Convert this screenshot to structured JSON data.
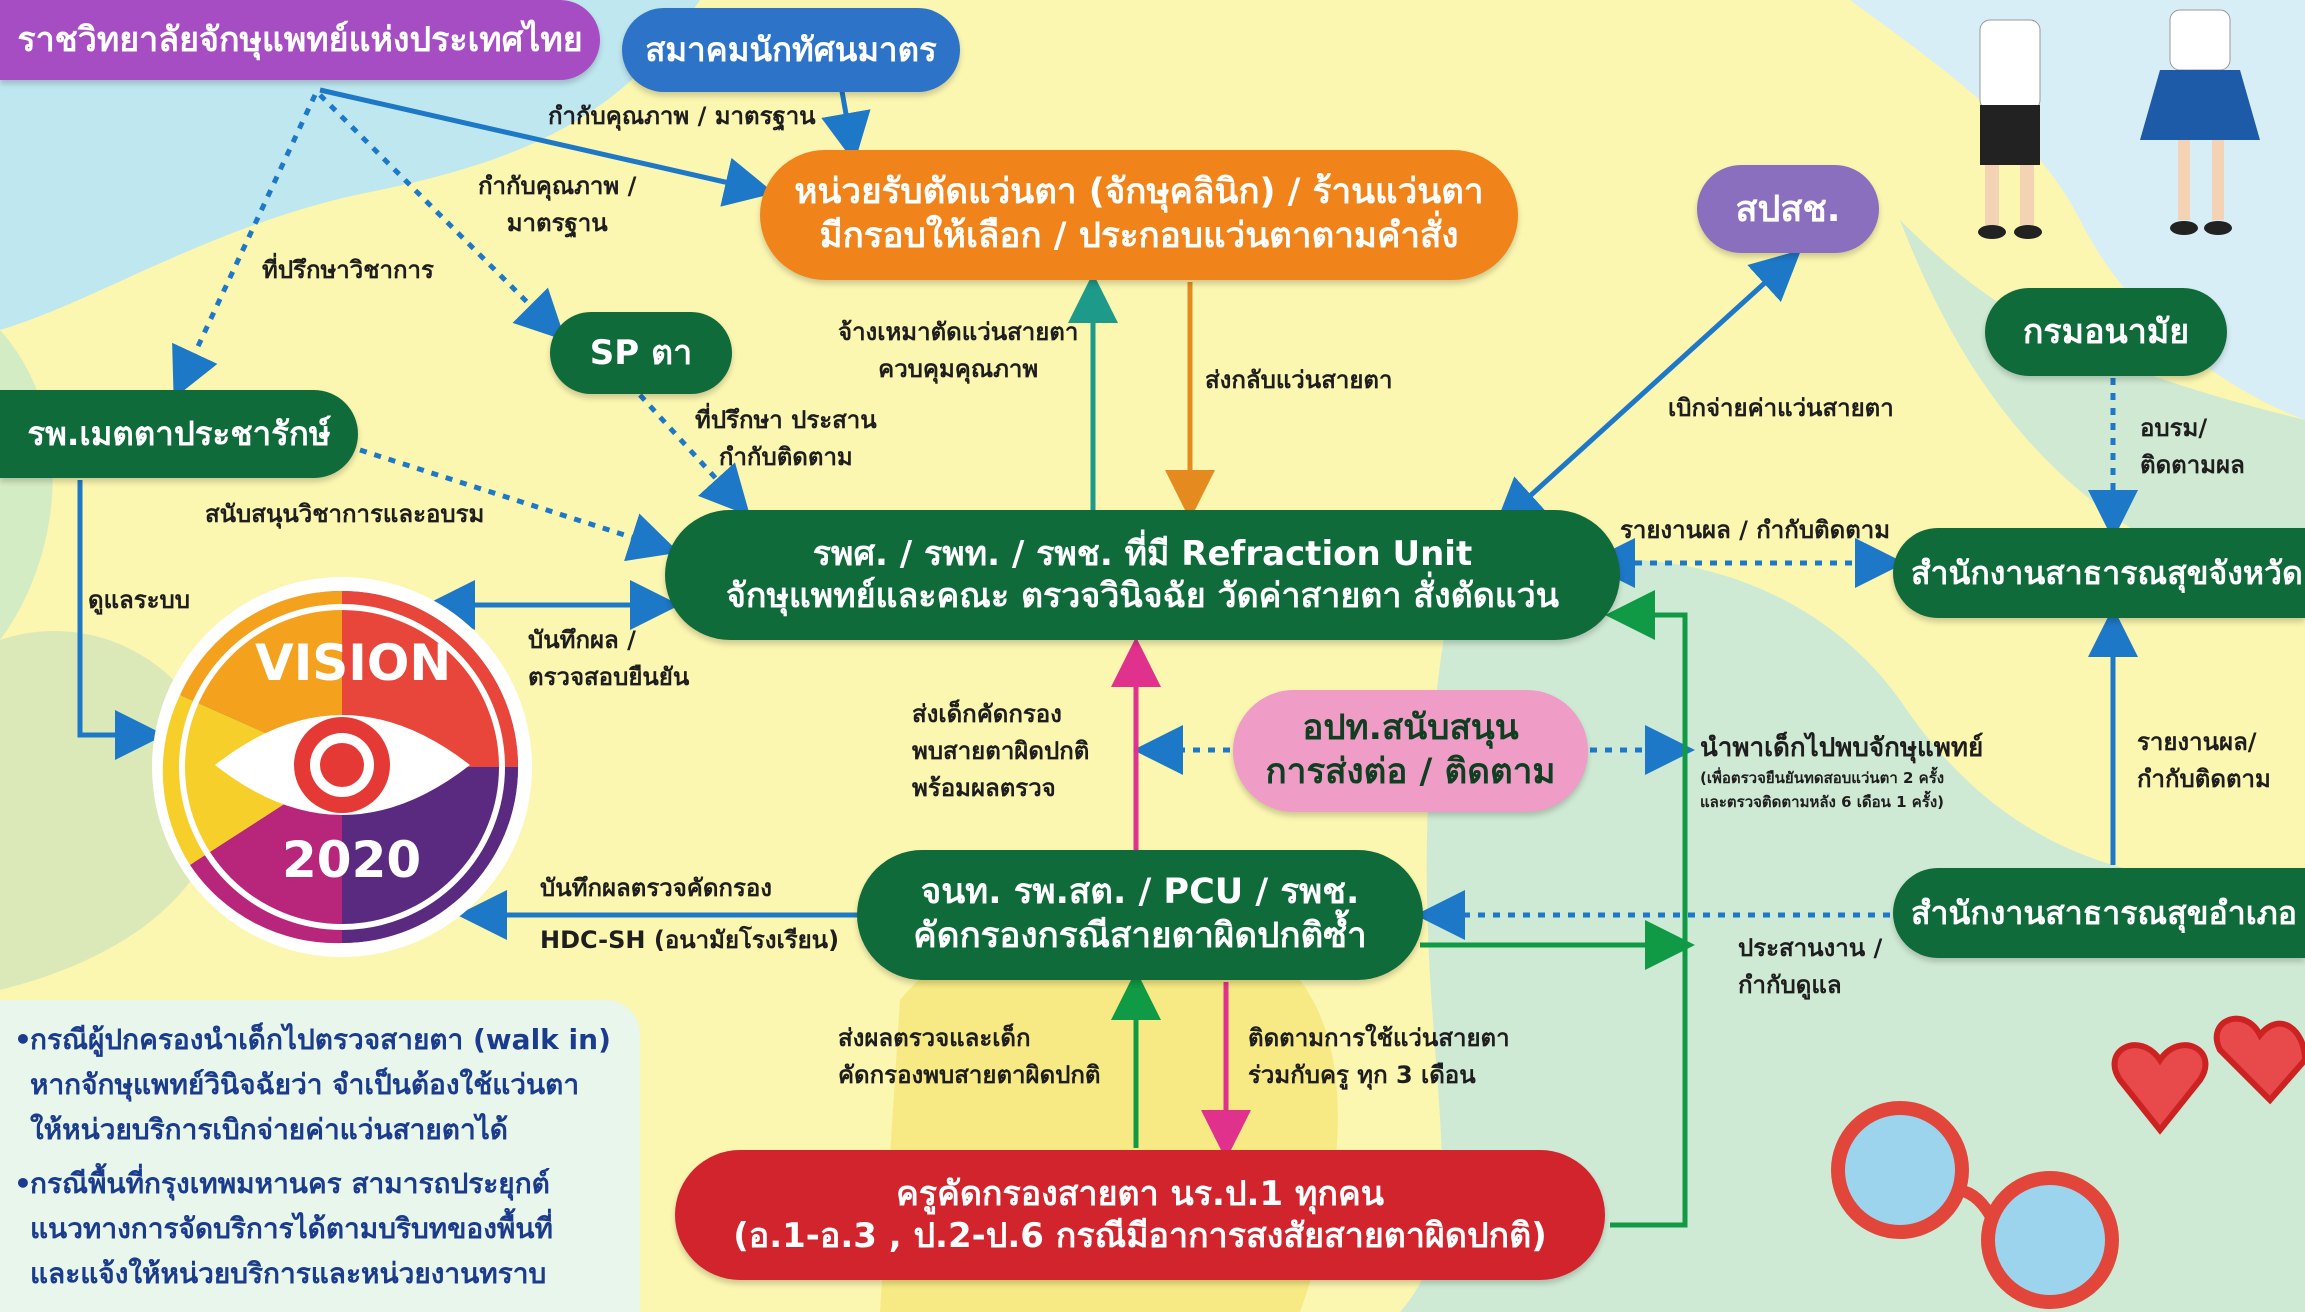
{
  "colors": {
    "dark_green": "#0f6b3a",
    "orange": "#f0841b",
    "purple": "#a64dc4",
    "blue": "#2d73c8",
    "lavender": "#8a6fbe",
    "pink": "#ef9cc6",
    "red": "#d2242d",
    "arrow_blue": "#1e78c8",
    "arrow_green": "#119a45",
    "arrow_orange": "#e58a1f",
    "arrow_pink": "#e0328c"
  },
  "nodes": {
    "rcopt": "ราชวิทยาลัยจักษุแพทย์แห่งประเทศไทย",
    "optometrist_assoc": "สมาคมนักทัศนมาตร",
    "optical_shop": [
      "หน่วยรับตัดแว่นตา (จักษุคลินิก) / ร้านแว่นตา",
      "มีกรอบให้เลือก / ประกอบแว่นตาตามคำสั่ง"
    ],
    "nhso": "สปสช.",
    "sp_eye": "SP ตา",
    "metta": "รพ.เมตตาประชารักษ์",
    "anamai": "กรมอนามัย",
    "refraction_unit": [
      "รพศ. / รพท. / รพช. ที่มี Refraction Unit",
      "จักษุแพทย์และคณะ ตรวจวินิจฉัย วัดค่าสายตา สั่งตัดแว่น"
    ],
    "provincial_office": "สำนักงานสาธารณสุขจังหวัด",
    "district_office": "สำนักงานสาธารณสุขอำเภอ",
    "pnt_support": [
      "อปท.สนับสนุน",
      "การส่งต่อ / ติดตาม"
    ],
    "pcu": [
      "จนท. รพ.สต. / PCU / รพช.",
      "คัดกรองกรณีสายตาผิดปกติซ้ำ"
    ],
    "teacher": [
      "ครูคัดกรองสายตา นร.ป.1 ทุกคน",
      "(อ.1-อ.3 , ป.2-ป.6 กรณีมีอาการสงสัยสายตาผิดปกติ)"
    ]
  },
  "vision_logo": {
    "line1": "VISION",
    "line2": "2020"
  },
  "labels": {
    "qa_standard_1": "กำกับคุณภาพ / มาตรฐาน",
    "qa_standard_2": [
      "กำกับคุณภาพ /",
      "มาตรฐาน"
    ],
    "academic_advisor": "ที่ปรึกษาวิชาการ",
    "hire_glasses": [
      "จ้างเหมาตัดแว่นสายตา",
      "ควบคุมคุณภาพ"
    ],
    "return_glasses": "ส่งกลับแว่นสายตา",
    "reimburse": "เบิกจ่ายค่าแว่นสายตา",
    "advise_coordinate": [
      "ที่ปรึกษา ประสาน",
      "กำกับติดตาม"
    ],
    "support_training": "สนับสนุนวิชาการและอบรม",
    "supervise_system": "ดูแลระบบ",
    "record_confirm": [
      "บันทึกผล /",
      "ตรวจสอบยืนยัน"
    ],
    "report_supervise_1": "รายงานผล / กำกับติดตาม",
    "train_follow": [
      "อบรม/",
      "ติดตามผล"
    ],
    "send_children": [
      "ส่งเด็กคัดกรอง",
      "พบสายตาผิดปกติ",
      "พร้อมผลตรวจ"
    ],
    "take_children": "นำพาเด็กไปพบจักษุแพทย์",
    "take_children_note": [
      "(เพื่อตรวจยืนยันทดสอบแว่นตา 2 ครั้ง",
      "และตรวจติดตามหลัง 6 เดือน 1 ครั้ง)"
    ],
    "report_supervise_2": [
      "รายงานผล/",
      "กำกับติดตาม"
    ],
    "record_screening": "บันทึกผลตรวจคัดกรอง",
    "hdc": "HDC-SH (อนามัยโรงเรียน)",
    "coordinate_supervise": [
      "ประสานงาน /",
      "กำกับดูแล"
    ],
    "send_results": [
      "ส่งผลตรวจและเด็ก",
      "คัดกรองพบสายตาผิดปกติ"
    ],
    "follow_glasses": [
      "ติดตามการใช้แว่นสายตา",
      "ร่วมกับครู ทุก 3 เดือน"
    ]
  },
  "notes": [
    [
      "กรณีผู้ปกครองนำเด็กไปตรวจสายตา (walk in)",
      "หากจักษุแพทย์วินิจฉัยว่า จำเป็นต้องใช้แว่นตา",
      "ให้หน่วยบริการเบิกจ่ายค่าแว่นสายตาได้"
    ],
    [
      "กรณีพื้นที่กรุงเทพมหานคร สามารถประยุกต์",
      "แนวทางการจัดบริการได้ตามบริบทของพื้นที่",
      "และแจ้งให้หน่วยบริการและหน่วยงานทราบ"
    ]
  ]
}
